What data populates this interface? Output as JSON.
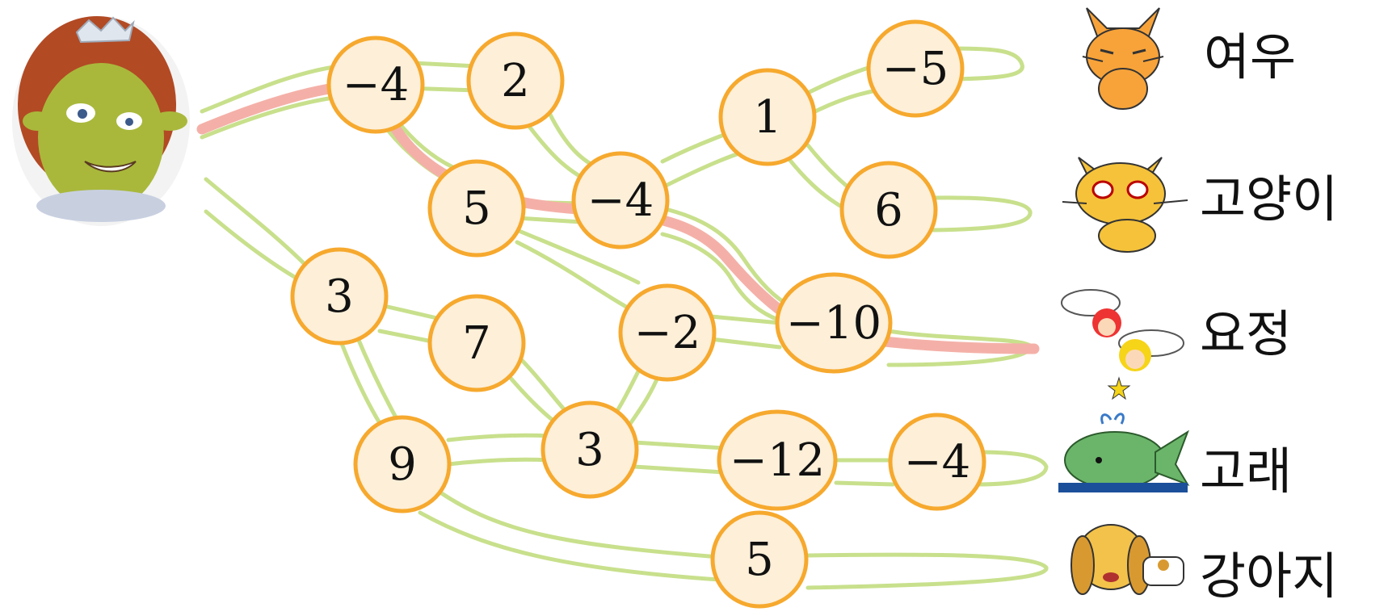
{
  "nodes": [
    {
      "id": "n-4a",
      "label": "−4"
    },
    {
      "id": "n2",
      "label": "2"
    },
    {
      "id": "n5a",
      "label": "5"
    },
    {
      "id": "n-4b",
      "label": "−4"
    },
    {
      "id": "n1",
      "label": "1"
    },
    {
      "id": "n-5",
      "label": "−5"
    },
    {
      "id": "n6",
      "label": "6"
    },
    {
      "id": "n3a",
      "label": "3"
    },
    {
      "id": "n7",
      "label": "7"
    },
    {
      "id": "n-2",
      "label": "−2"
    },
    {
      "id": "n-10",
      "label": "−10"
    },
    {
      "id": "n9",
      "label": "9"
    },
    {
      "id": "n3b",
      "label": "3"
    },
    {
      "id": "n-12",
      "label": "−12"
    },
    {
      "id": "n-4c",
      "label": "−4"
    },
    {
      "id": "n5b",
      "label": "5"
    }
  ],
  "destinations": [
    {
      "id": "fox",
      "label": "여우",
      "icon": "fox-icon"
    },
    {
      "id": "cat",
      "label": "고양이",
      "icon": "cat-icon"
    },
    {
      "id": "fairy",
      "label": "요정",
      "icon": "fairy-icon"
    },
    {
      "id": "whale",
      "label": "고래",
      "icon": "whale-icon"
    },
    {
      "id": "puppy",
      "label": "강아지",
      "icon": "puppy-icon"
    }
  ],
  "start": {
    "icon": "princess-face-icon"
  },
  "highlight_path": [
    "n-4a",
    "n5a",
    "n-4b",
    "n-10",
    "fairy"
  ],
  "colors": {
    "road": "#c8e08c",
    "highlight": "#f4b0a8",
    "node_fill": "#fdefd8",
    "node_stroke": "#f6a92e"
  }
}
